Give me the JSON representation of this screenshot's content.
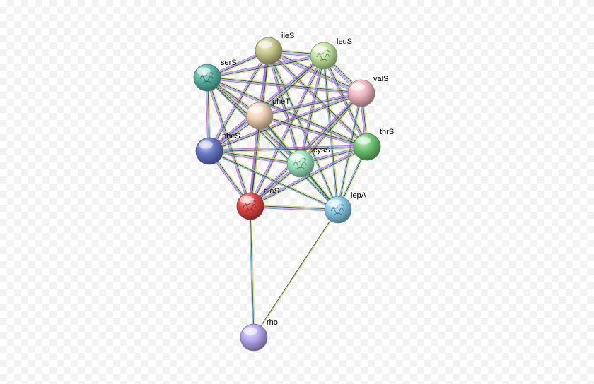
{
  "diagram": {
    "type": "protein-interaction-network",
    "nodes": [
      {
        "id": "ileS",
        "label": "ileS",
        "color": "#c8c88a",
        "structure": false
      },
      {
        "id": "leuS",
        "label": "leuS",
        "color": "#c4e6a0",
        "structure": true
      },
      {
        "id": "serS",
        "label": "serS",
        "color": "#5cb8a8",
        "structure": true
      },
      {
        "id": "valS",
        "label": "valS",
        "color": "#f0b8c0",
        "structure": false
      },
      {
        "id": "pheT",
        "label": "pheT",
        "color": "#f2d2b4",
        "structure": false
      },
      {
        "id": "thrS",
        "label": "thrS",
        "color": "#6ec870",
        "structure": false
      },
      {
        "id": "pheS",
        "label": "pheS",
        "color": "#6878c8",
        "structure": false
      },
      {
        "id": "cysS",
        "label": "cysS",
        "color": "#a0e8c4",
        "structure": true
      },
      {
        "id": "alaS",
        "label": "alaS",
        "color": "#e04848",
        "structure": true
      },
      {
        "id": "lepA",
        "label": "lepA",
        "color": "#8ccce8",
        "structure": true
      },
      {
        "id": "rho",
        "label": "rho",
        "color": "#b8a8f0",
        "structure": false
      }
    ],
    "edges": [
      {
        "from": "ileS",
        "to": "leuS",
        "types": [
          "text",
          "coexp",
          "homology",
          "db",
          "exp"
        ]
      },
      {
        "from": "ileS",
        "to": "serS",
        "types": [
          "text",
          "coexp",
          "db",
          "exp"
        ]
      },
      {
        "from": "ileS",
        "to": "valS",
        "types": [
          "text",
          "coexp",
          "homology",
          "db",
          "exp"
        ]
      },
      {
        "from": "ileS",
        "to": "pheT",
        "types": [
          "text",
          "coexp",
          "db",
          "exp"
        ]
      },
      {
        "from": "ileS",
        "to": "thrS",
        "types": [
          "text",
          "coexp",
          "db",
          "exp"
        ]
      },
      {
        "from": "ileS",
        "to": "pheS",
        "types": [
          "text",
          "coexp",
          "db",
          "exp"
        ]
      },
      {
        "from": "ileS",
        "to": "cysS",
        "types": [
          "text",
          "coexp",
          "db",
          "exp"
        ]
      },
      {
        "from": "ileS",
        "to": "alaS",
        "types": [
          "text",
          "coexp",
          "db",
          "exp"
        ]
      },
      {
        "from": "ileS",
        "to": "lepA",
        "types": [
          "text",
          "coexp",
          "db"
        ]
      },
      {
        "from": "leuS",
        "to": "serS",
        "types": [
          "text",
          "coexp",
          "db",
          "exp"
        ]
      },
      {
        "from": "leuS",
        "to": "valS",
        "types": [
          "text",
          "coexp",
          "homology",
          "db",
          "exp"
        ]
      },
      {
        "from": "leuS",
        "to": "pheT",
        "types": [
          "text",
          "coexp",
          "db",
          "exp"
        ]
      },
      {
        "from": "leuS",
        "to": "thrS",
        "types": [
          "text",
          "coexp",
          "db",
          "exp"
        ]
      },
      {
        "from": "leuS",
        "to": "pheS",
        "types": [
          "text",
          "coexp",
          "db",
          "exp"
        ]
      },
      {
        "from": "leuS",
        "to": "cysS",
        "types": [
          "text",
          "coexp",
          "db",
          "exp"
        ]
      },
      {
        "from": "leuS",
        "to": "alaS",
        "types": [
          "text",
          "coexp",
          "db",
          "exp"
        ]
      },
      {
        "from": "leuS",
        "to": "lepA",
        "types": [
          "text",
          "coexp",
          "db"
        ]
      },
      {
        "from": "serS",
        "to": "valS",
        "types": [
          "text",
          "coexp",
          "db",
          "exp"
        ]
      },
      {
        "from": "serS",
        "to": "pheT",
        "types": [
          "text",
          "coexp",
          "db",
          "exp"
        ]
      },
      {
        "from": "serS",
        "to": "thrS",
        "types": [
          "text",
          "coexp",
          "db",
          "exp"
        ]
      },
      {
        "from": "serS",
        "to": "pheS",
        "types": [
          "text",
          "coexp",
          "db",
          "exp"
        ]
      },
      {
        "from": "serS",
        "to": "cysS",
        "types": [
          "text",
          "coexp",
          "db",
          "exp"
        ]
      },
      {
        "from": "serS",
        "to": "alaS",
        "types": [
          "text",
          "coexp",
          "db",
          "exp"
        ]
      },
      {
        "from": "serS",
        "to": "lepA",
        "types": [
          "text",
          "coexp",
          "db"
        ]
      },
      {
        "from": "valS",
        "to": "pheT",
        "types": [
          "text",
          "coexp",
          "db",
          "exp"
        ]
      },
      {
        "from": "valS",
        "to": "thrS",
        "types": [
          "text",
          "coexp",
          "db",
          "exp"
        ]
      },
      {
        "from": "valS",
        "to": "pheS",
        "types": [
          "text",
          "coexp",
          "db",
          "exp"
        ]
      },
      {
        "from": "valS",
        "to": "cysS",
        "types": [
          "text",
          "coexp",
          "db",
          "exp"
        ]
      },
      {
        "from": "valS",
        "to": "alaS",
        "types": [
          "text",
          "coexp",
          "db",
          "exp"
        ]
      },
      {
        "from": "valS",
        "to": "lepA",
        "types": [
          "text",
          "coexp",
          "db"
        ]
      },
      {
        "from": "pheT",
        "to": "thrS",
        "types": [
          "text",
          "coexp",
          "db",
          "exp"
        ]
      },
      {
        "from": "pheT",
        "to": "pheS",
        "types": [
          "text",
          "coexp",
          "homology",
          "db",
          "exp"
        ]
      },
      {
        "from": "pheT",
        "to": "cysS",
        "types": [
          "text",
          "coexp",
          "db",
          "exp"
        ]
      },
      {
        "from": "pheT",
        "to": "alaS",
        "types": [
          "text",
          "coexp",
          "db",
          "exp"
        ]
      },
      {
        "from": "pheT",
        "to": "lepA",
        "types": [
          "text",
          "coexp",
          "db"
        ]
      },
      {
        "from": "thrS",
        "to": "pheS",
        "types": [
          "text",
          "coexp",
          "db",
          "exp"
        ]
      },
      {
        "from": "thrS",
        "to": "cysS",
        "types": [
          "text",
          "coexp",
          "db",
          "exp"
        ]
      },
      {
        "from": "thrS",
        "to": "alaS",
        "types": [
          "text",
          "coexp",
          "db",
          "exp"
        ]
      },
      {
        "from": "thrS",
        "to": "lepA",
        "types": [
          "text",
          "coexp",
          "db"
        ]
      },
      {
        "from": "pheS",
        "to": "cysS",
        "types": [
          "text",
          "coexp",
          "db",
          "exp"
        ]
      },
      {
        "from": "pheS",
        "to": "alaS",
        "types": [
          "text",
          "coexp",
          "db",
          "exp"
        ]
      },
      {
        "from": "pheS",
        "to": "lepA",
        "types": [
          "text",
          "coexp",
          "db"
        ]
      },
      {
        "from": "cysS",
        "to": "alaS",
        "types": [
          "text",
          "coexp",
          "db",
          "exp"
        ]
      },
      {
        "from": "cysS",
        "to": "lepA",
        "types": [
          "text",
          "coexp",
          "db"
        ]
      },
      {
        "from": "alaS",
        "to": "lepA",
        "types": [
          "text",
          "coexp",
          "db",
          "exp"
        ]
      },
      {
        "from": "alaS",
        "to": "rho",
        "types": [
          "text",
          "coexp",
          "db"
        ]
      },
      {
        "from": "lepA",
        "to": "rho",
        "types": [
          "text",
          "coexp"
        ]
      }
    ],
    "edge_colors": {
      "text": "#c8d848",
      "coexp": "#303030",
      "homology": "#a0a0ff",
      "db": "#40a8d0",
      "exp": "#d040d8"
    }
  }
}
